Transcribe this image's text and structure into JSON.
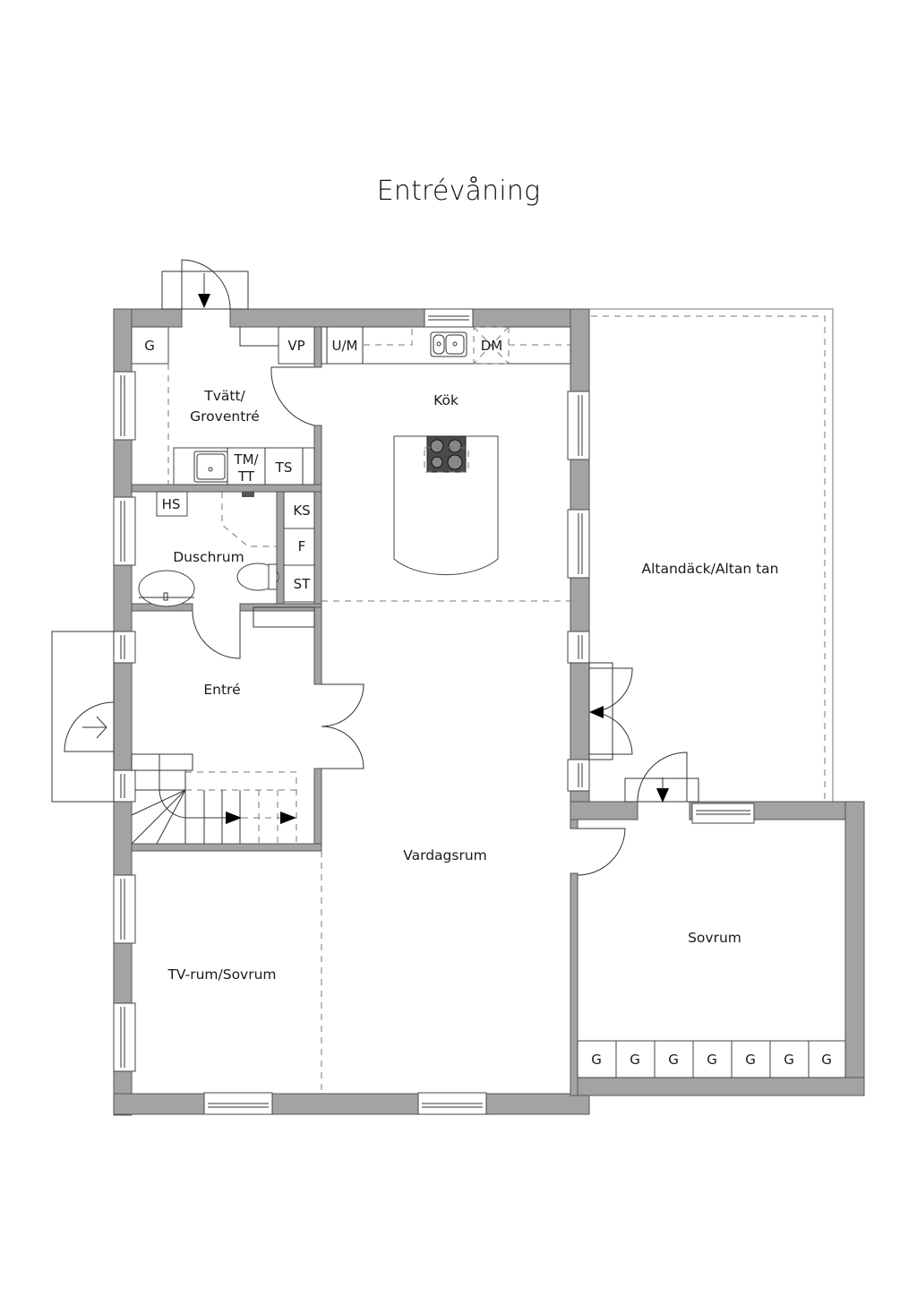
{
  "page": {
    "title": "Entrévåning"
  },
  "rooms": {
    "tvatt_line1": "Tvätt/",
    "tvatt_line2": "Groventré",
    "kok": "Kök",
    "duschrum": "Duschrum",
    "entre": "Entré",
    "vardagsrum": "Vardagsrum",
    "tv_rum": "TV-rum/Sovrum",
    "sovrum": "Sovrum",
    "altan": "Altandäck/Altan tan"
  },
  "fixtures": {
    "g_laundry": "G",
    "vp": "VP",
    "um": "U/M",
    "dm": "DM",
    "tm_line1": "TM/",
    "tm_line2": "TT",
    "ts": "TS",
    "hs": "HS",
    "ks": "KS",
    "f": "F",
    "st": "ST",
    "wardrobes": [
      "G",
      "G",
      "G",
      "G",
      "G",
      "G",
      "G"
    ]
  },
  "colors": {
    "wall": "#a3a3a3",
    "line": "#333333",
    "background": "#ffffff"
  }
}
